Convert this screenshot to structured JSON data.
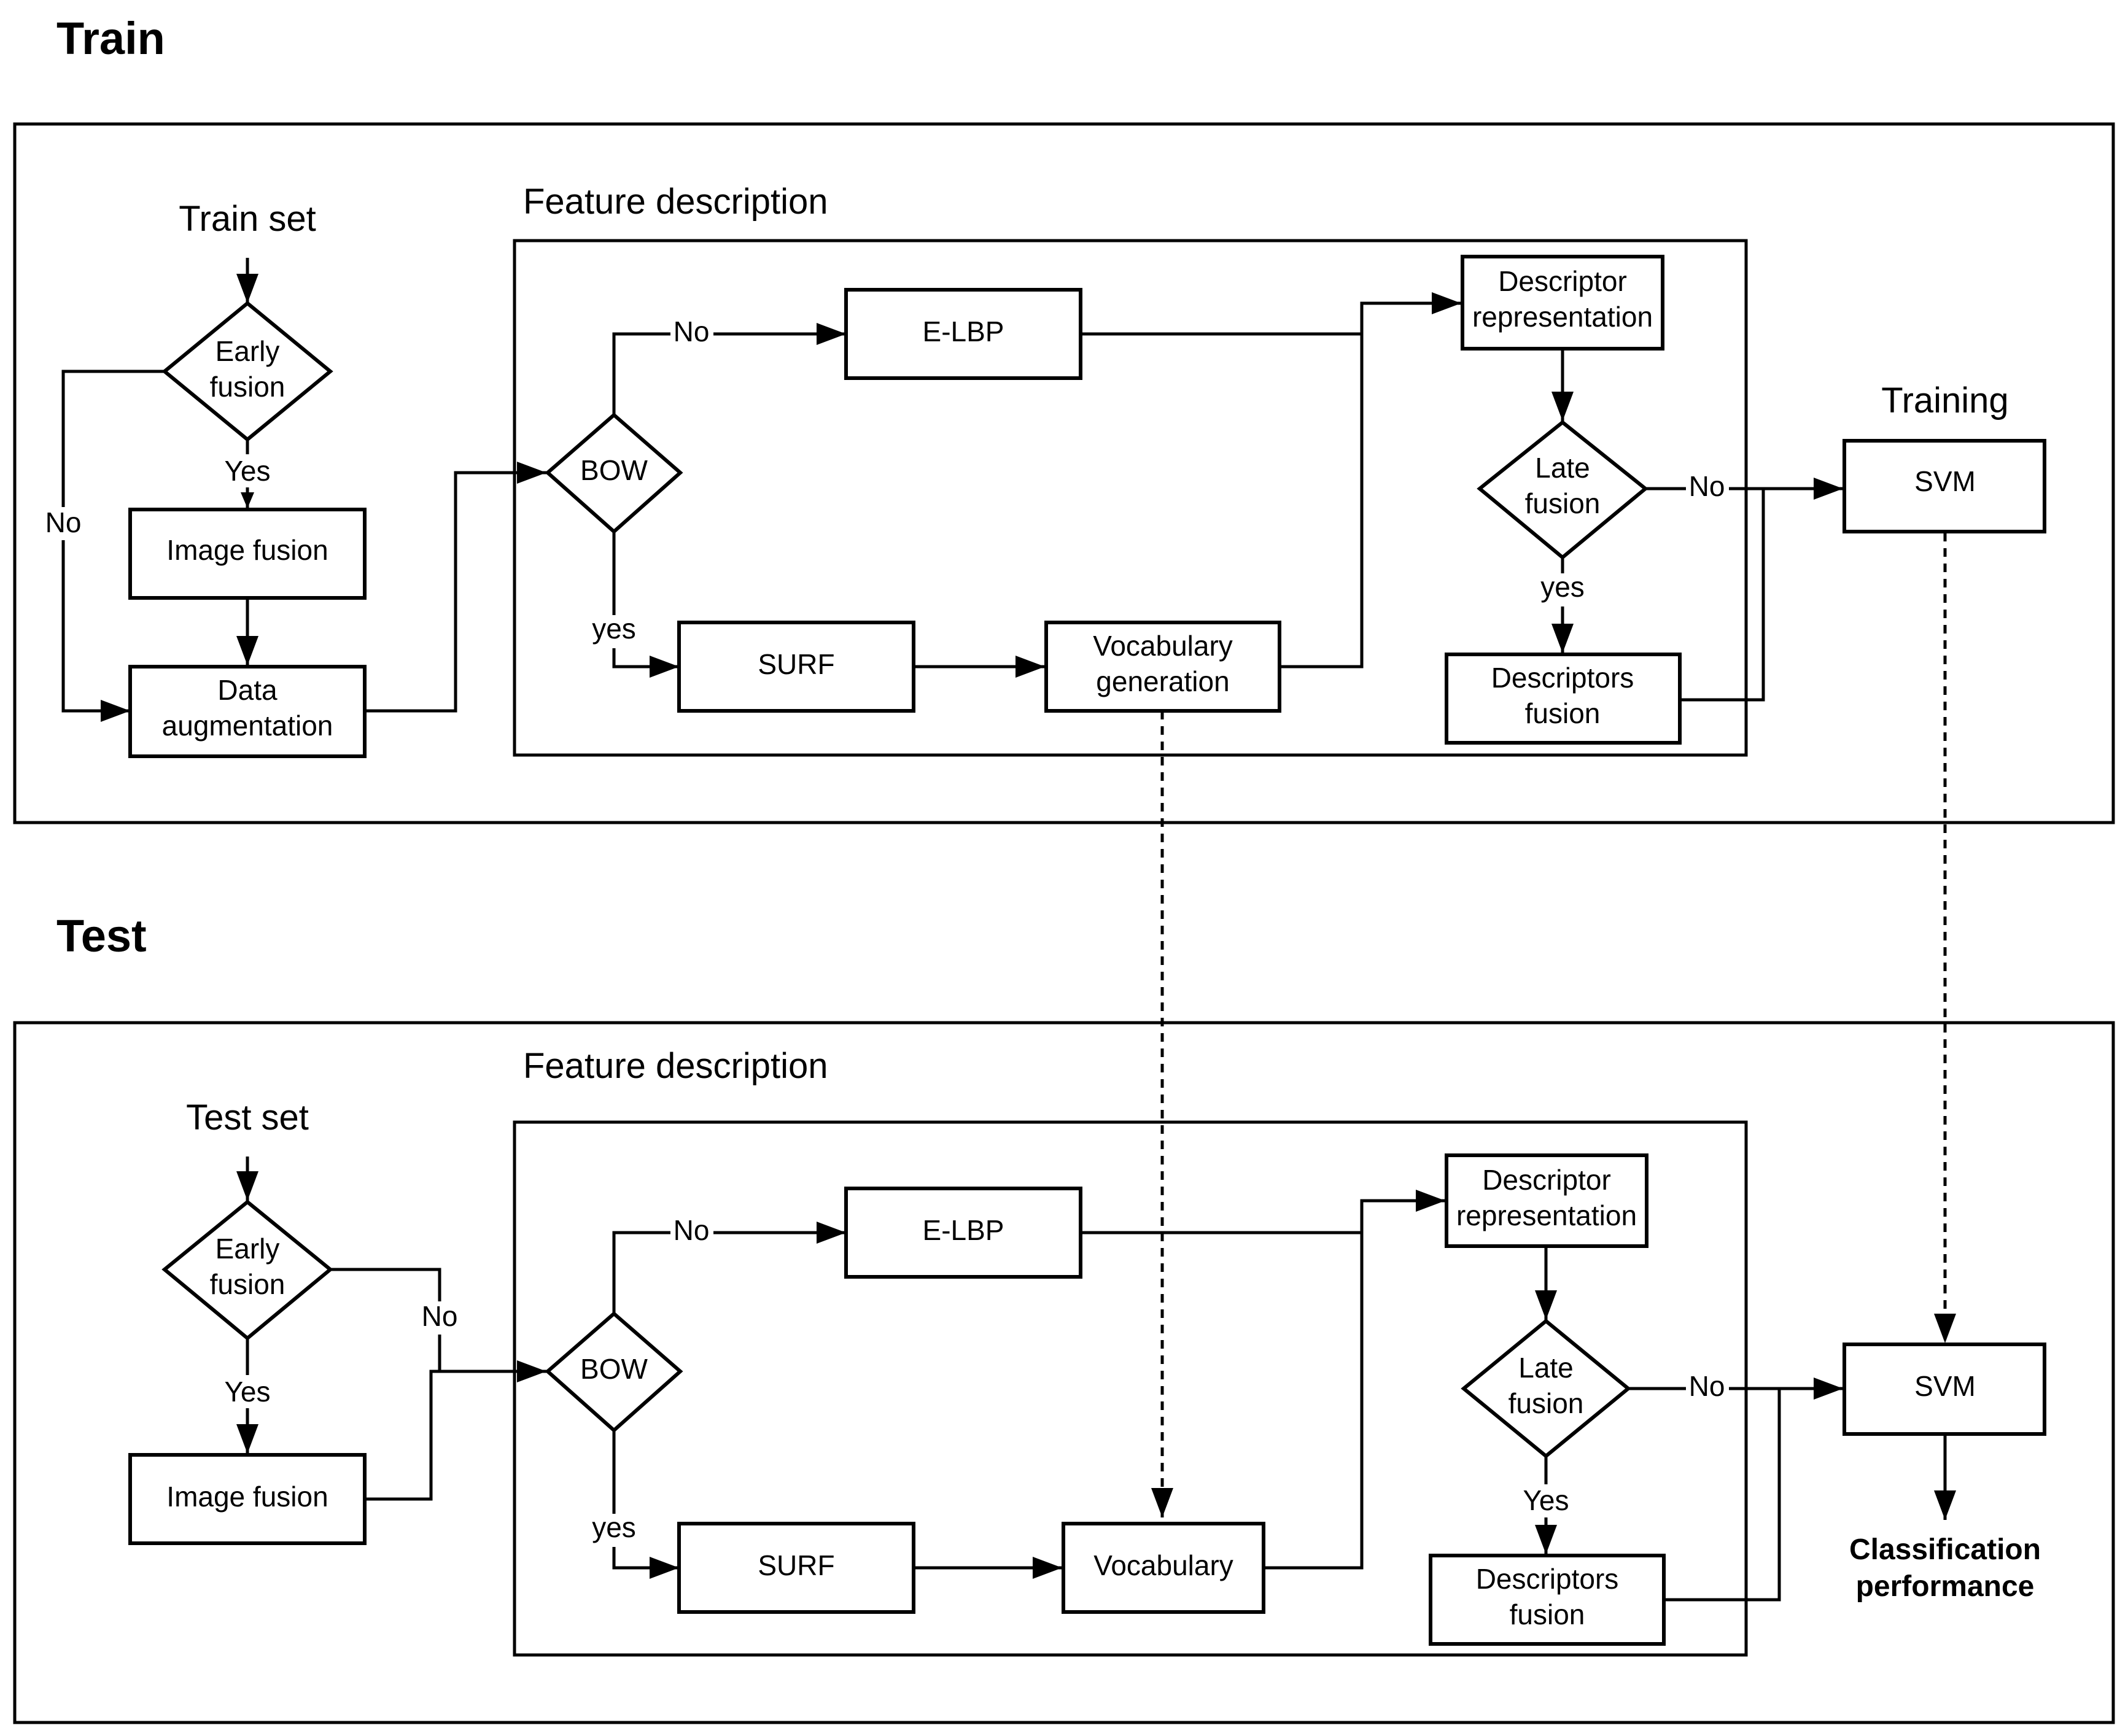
{
  "sections": {
    "train": "Train",
    "test": "Test"
  },
  "groups": {
    "train_feature": "Feature description",
    "test_feature": "Feature description",
    "training": "Training"
  },
  "train": {
    "input": "Train set",
    "early_fusion": [
      "Early",
      "fusion"
    ],
    "image_fusion": "Image fusion",
    "data_augmentation": [
      "Data",
      "augmentation"
    ],
    "bow": "BOW",
    "elbp": "E-LBP",
    "surf": "SURF",
    "vocabulary": [
      "Vocabulary",
      "generation"
    ],
    "descriptor_representation": [
      "Descriptor",
      "representation"
    ],
    "late_fusion": [
      "Late",
      "fusion"
    ],
    "descriptors_fusion": [
      "Descriptors",
      "fusion"
    ],
    "svm": "SVM",
    "edge_labels": {
      "early_yes": "Yes",
      "early_no": "No",
      "bow_no": "No",
      "bow_yes": "yes",
      "late_no": "No",
      "late_yes": "yes"
    }
  },
  "test": {
    "input": "Test set",
    "early_fusion": [
      "Early",
      "fusion"
    ],
    "image_fusion": "Image fusion",
    "bow": "BOW",
    "elbp": "E-LBP",
    "surf": "SURF",
    "vocabulary": "Vocabulary",
    "descriptor_representation": [
      "Descriptor",
      "representation"
    ],
    "late_fusion": [
      "Late",
      "fusion"
    ],
    "descriptors_fusion": [
      "Descriptors",
      "fusion"
    ],
    "svm": "SVM",
    "output": [
      "Classification",
      "performance"
    ],
    "edge_labels": {
      "early_yes": "Yes",
      "early_no": "No",
      "bow_no": "No",
      "bow_yes": "yes",
      "late_no": "No",
      "late_yes": "Yes"
    }
  }
}
